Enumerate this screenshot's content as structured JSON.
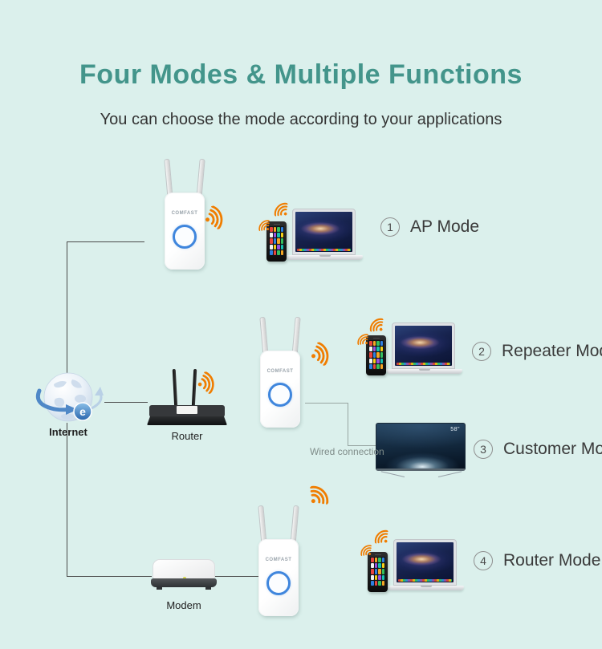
{
  "header": {
    "title": "Four Modes & Multiple Functions",
    "subtitle": "You can choose the mode according to your applications"
  },
  "modes": [
    {
      "number": "1",
      "label": "AP Mode"
    },
    {
      "number": "2",
      "label": "Repeater Mode"
    },
    {
      "number": "3",
      "label": "Customer Mode"
    },
    {
      "number": "4",
      "label": "Router Mode"
    }
  ],
  "devices": {
    "internet_label": "Internet",
    "internet_icon_letter": "e",
    "router_label": "Router",
    "modem_label": "Modem",
    "extender_brand": "COMFAST",
    "tv_size_label": "58\""
  },
  "annotations": {
    "wired_connection": "Wired connection"
  },
  "colors": {
    "background": "#dbf0ec",
    "title_teal": "#43958b",
    "wifi_orange": "#f07d00",
    "extender_ring_blue": "#3f86dd",
    "connection_line": "#4a4a4a"
  }
}
